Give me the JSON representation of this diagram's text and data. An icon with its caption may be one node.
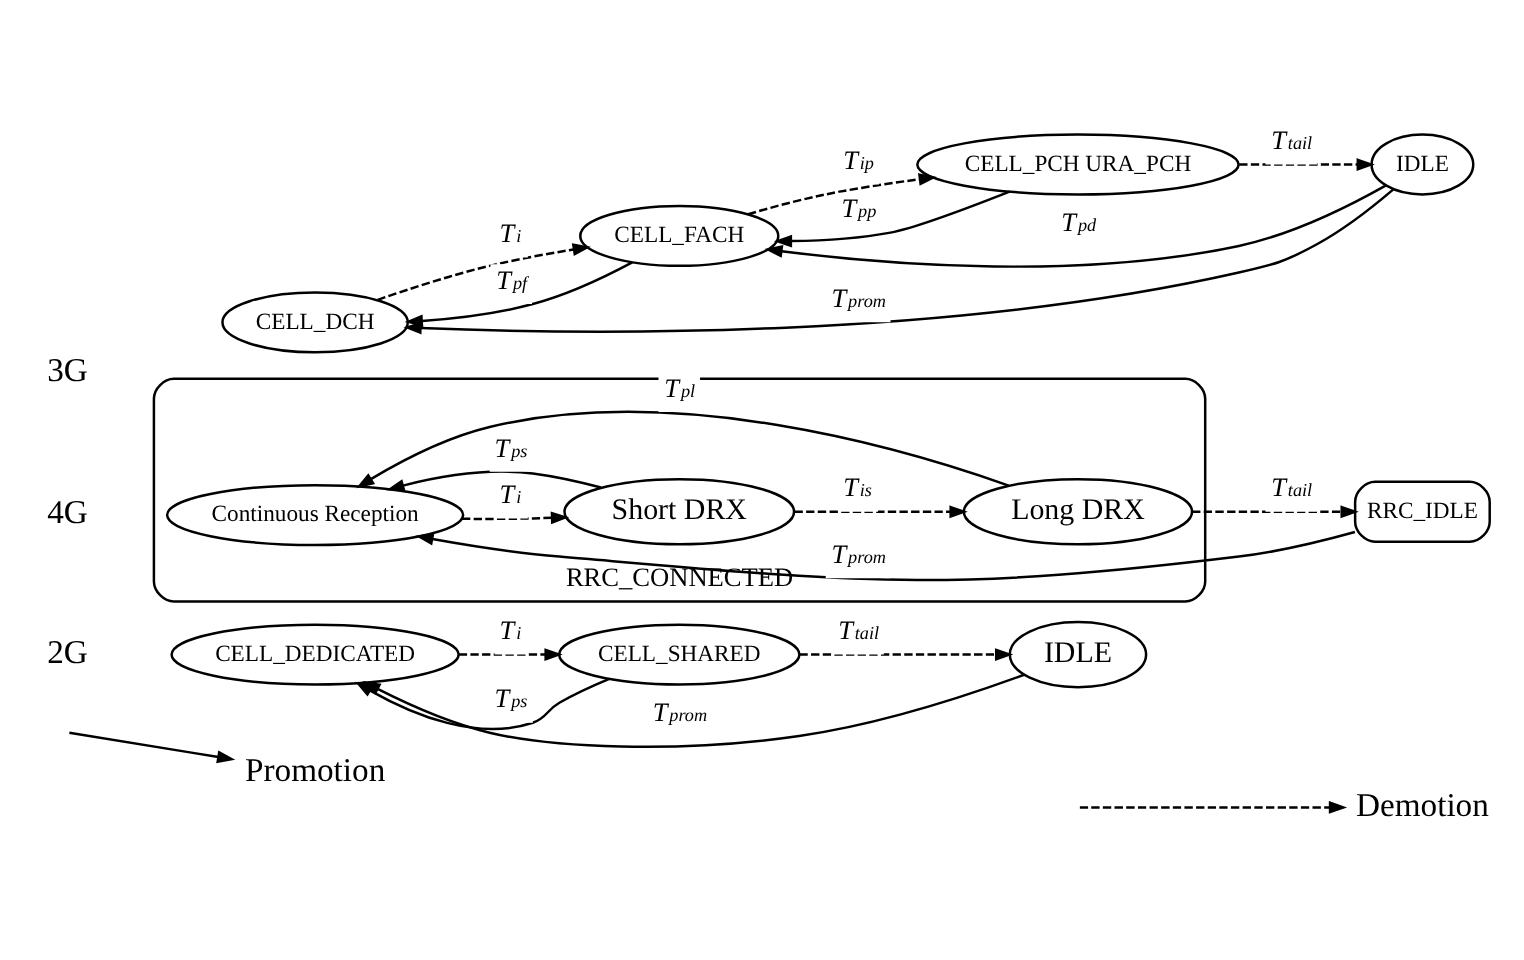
{
  "diagram": {
    "nodes": [
      {
        "text": [
          "CELL_DCH"
        ]
      },
      {
        "text": [
          "CELL_FACH"
        ]
      },
      {
        "text": [
          "CELL_PCH URA_PCH"
        ]
      },
      {
        "text": [
          "IDLE"
        ]
      },
      {
        "text": [
          "RRC_CONNECTED"
        ]
      },
      {
        "text": [
          "Continuous Reception"
        ],
        "in": 4
      },
      {
        "text": [
          "Short DRX"
        ],
        "in": 4
      },
      {
        "text": [
          "Long DRX"
        ],
        "in": 4
      },
      {
        "text": [
          "RRC_IDLE"
        ]
      },
      {
        "text": [
          "CELL_DEDICATED"
        ]
      },
      {
        "text": [
          "CELL_SHARED"
        ]
      },
      {
        "text": [
          "IDLE"
        ]
      }
    ],
    "edges": [
      {
        "from": 1,
        "to": 0,
        "arrow": "to",
        "label": "*T*$_{pf}$"
      },
      {
        "from": 0,
        "to": 1,
        "arrow": "to",
        "label": "*T*$_{i}$",
        "style": "dashed"
      },
      {
        "from": 2,
        "to": 1,
        "arrow": "to",
        "label": "*T*$_{pp}$"
      },
      {
        "from": 1,
        "to": 2,
        "arrow": "to",
        "label": "*T*$_{ip}$",
        "style": "dashed"
      },
      {
        "from": 2,
        "to": 3,
        "arrow": "to",
        "label": "*T*$_{tail}$",
        "style": "dashed"
      },
      {
        "from": 3,
        "to": 1,
        "arrow": "to",
        "label": "*T*$_{pd}$"
      },
      {
        "from": 3,
        "to": 0,
        "arrow": "to",
        "label": "*T*$_{prom}$"
      },
      {
        "from": 6,
        "to": 5,
        "arrow": "to",
        "label": "*T*$_{ps}$"
      },
      {
        "from": 5,
        "to": 6,
        "arrow": "to",
        "label": "*T*$_{i}$",
        "style": "dashed"
      },
      {
        "from": 6,
        "to": 7,
        "arrow": "to",
        "label": "*T*$_{is}$",
        "style": "dashed"
      },
      {
        "from": 7,
        "to": 5,
        "arrow": "to",
        "label": "*T*$_{pl}$"
      },
      {
        "from": 7,
        "to": 8,
        "arrow": "to",
        "label": "*T*$_{tail}$",
        "style": "dashed"
      },
      {
        "from": 8,
        "to": 5,
        "arrow": "to",
        "label": "*T*$_{prom}$"
      },
      {
        "from": 10,
        "to": 9,
        "arrow": "to",
        "label": "*T*$_{ps}$"
      },
      {
        "from": 9,
        "to": 10,
        "arrow": "to",
        "label": "*T*$_{i}$",
        "style": "dashed"
      },
      {
        "from": 10,
        "to": 11,
        "arrow": "to",
        "label": "*T*$_{tail}$",
        "style": "dashed"
      },
      {
        "from": 11,
        "to": 9,
        "arrow": "to",
        "label": "*T*$_{prom}$"
      }
    ],
    "labels": [
      "3G",
      "4G",
      "2G"
    ],
    "legend": [
      {
        "text": "Promotion"
      },
      {
        "text": "Demotion"
      }
    ]
  }
}
